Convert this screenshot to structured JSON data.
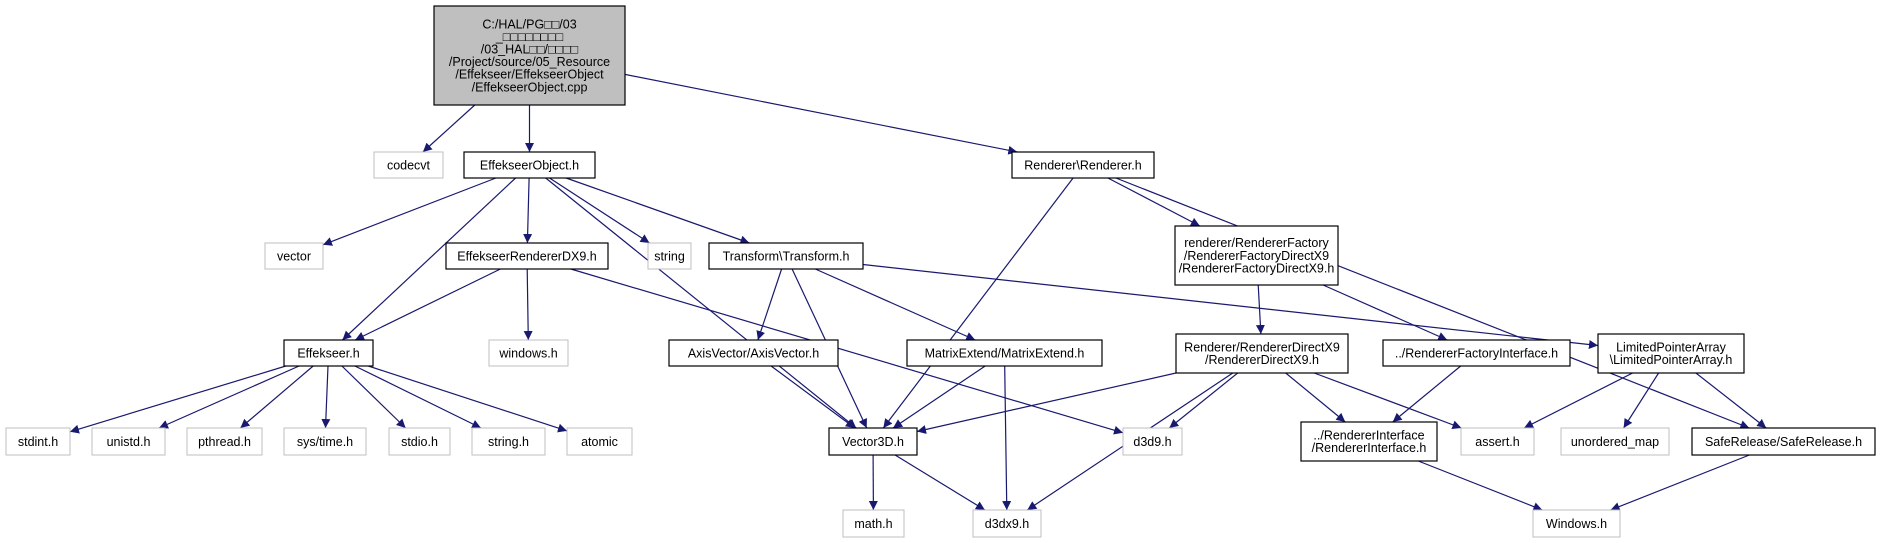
{
  "diagram": {
    "type": "include-dependency-graph",
    "colors": {
      "edge": "#191970",
      "root_fill": "#bfbfbf",
      "node_border": "#000000",
      "external_border": "#bfbfbf",
      "background": "#ffffff"
    },
    "nodes": [
      {
        "id": "root",
        "kind": "root",
        "lines": [
          "C:/HAL/PG□□/03",
          "_□□□□□□□□",
          "/03_HAL□□/□□□□",
          "/Project/source/05_Resource",
          "/Effekseer/EffekseerObject",
          "/EffekseerObject.cpp"
        ]
      },
      {
        "id": "codecvt",
        "kind": "external",
        "lines": [
          "codecvt"
        ]
      },
      {
        "id": "effobj_h",
        "kind": "internal",
        "lines": [
          "EffekseerObject.h"
        ]
      },
      {
        "id": "renderer_h",
        "kind": "internal",
        "lines": [
          "Renderer\\Renderer.h"
        ]
      },
      {
        "id": "vector",
        "kind": "external",
        "lines": [
          "vector"
        ]
      },
      {
        "id": "effrdx9",
        "kind": "internal",
        "lines": [
          "EffekseerRendererDX9.h"
        ]
      },
      {
        "id": "string",
        "kind": "external",
        "lines": [
          "string"
        ]
      },
      {
        "id": "transform",
        "kind": "internal",
        "lines": [
          "Transform\\Transform.h"
        ]
      },
      {
        "id": "factory",
        "kind": "internal",
        "lines": [
          "renderer/RendererFactory",
          "/RendererFactoryDirectX9",
          "/RendererFactoryDirectX9.h"
        ]
      },
      {
        "id": "effekseer",
        "kind": "internal",
        "lines": [
          "Effekseer.h"
        ]
      },
      {
        "id": "windows_l",
        "kind": "external",
        "lines": [
          "windows.h"
        ]
      },
      {
        "id": "axis",
        "kind": "internal",
        "lines": [
          "AxisVector/AxisVector.h"
        ]
      },
      {
        "id": "matrix",
        "kind": "internal",
        "lines": [
          "MatrixExtend/MatrixExtend.h"
        ]
      },
      {
        "id": "rdx9",
        "kind": "internal",
        "lines": [
          "Renderer/RendererDirectX9",
          "/RendererDirectX9.h"
        ]
      },
      {
        "id": "factif",
        "kind": "internal",
        "lines": [
          "../RendererFactoryInterface.h"
        ]
      },
      {
        "id": "lpa",
        "kind": "internal",
        "lines": [
          "LimitedPointerArray",
          "\\LimitedPointerArray.h"
        ]
      },
      {
        "id": "stdint",
        "kind": "external",
        "lines": [
          "stdint.h"
        ]
      },
      {
        "id": "unistd",
        "kind": "external",
        "lines": [
          "unistd.h"
        ]
      },
      {
        "id": "pthread",
        "kind": "external",
        "lines": [
          "pthread.h"
        ]
      },
      {
        "id": "systime",
        "kind": "external",
        "lines": [
          "sys/time.h"
        ]
      },
      {
        "id": "stdio",
        "kind": "external",
        "lines": [
          "stdio.h"
        ]
      },
      {
        "id": "stringh",
        "kind": "external",
        "lines": [
          "string.h"
        ]
      },
      {
        "id": "atomic",
        "kind": "external",
        "lines": [
          "atomic"
        ]
      },
      {
        "id": "vector3d",
        "kind": "internal",
        "lines": [
          "Vector3D.h"
        ]
      },
      {
        "id": "d3d9",
        "kind": "external",
        "lines": [
          "d3d9.h"
        ]
      },
      {
        "id": "rif",
        "kind": "internal",
        "lines": [
          "../RendererInterface",
          "/RendererInterface.h"
        ]
      },
      {
        "id": "assert",
        "kind": "external",
        "lines": [
          "assert.h"
        ]
      },
      {
        "id": "umap",
        "kind": "external",
        "lines": [
          "unordered_map"
        ]
      },
      {
        "id": "saferel",
        "kind": "internal",
        "lines": [
          "SafeRelease/SafeRelease.h"
        ]
      },
      {
        "id": "math",
        "kind": "external",
        "lines": [
          "math.h"
        ]
      },
      {
        "id": "d3dx9",
        "kind": "external",
        "lines": [
          "d3dx9.h"
        ]
      },
      {
        "id": "windows_r",
        "kind": "external",
        "lines": [
          "Windows.h"
        ]
      }
    ],
    "edges": [
      [
        "root",
        "codecvt"
      ],
      [
        "root",
        "effobj_h"
      ],
      [
        "root",
        "renderer_h"
      ],
      [
        "effobj_h",
        "vector"
      ],
      [
        "effobj_h",
        "effekseer"
      ],
      [
        "effobj_h",
        "vector3d"
      ],
      [
        "effobj_h",
        "effrdx9"
      ],
      [
        "effobj_h",
        "string"
      ],
      [
        "effobj_h",
        "transform"
      ],
      [
        "renderer_h",
        "vector3d"
      ],
      [
        "renderer_h",
        "factory"
      ],
      [
        "renderer_h",
        "saferel"
      ],
      [
        "effrdx9",
        "effekseer"
      ],
      [
        "effrdx9",
        "windows_l"
      ],
      [
        "effrdx9",
        "d3d9"
      ],
      [
        "transform",
        "vector3d"
      ],
      [
        "transform",
        "axis"
      ],
      [
        "transform",
        "matrix"
      ],
      [
        "transform",
        "lpa"
      ],
      [
        "factory",
        "rdx9"
      ],
      [
        "factory",
        "factif"
      ],
      [
        "effekseer",
        "stdint"
      ],
      [
        "effekseer",
        "unistd"
      ],
      [
        "effekseer",
        "pthread"
      ],
      [
        "effekseer",
        "systime"
      ],
      [
        "effekseer",
        "stdio"
      ],
      [
        "effekseer",
        "stringh"
      ],
      [
        "effekseer",
        "atomic"
      ],
      [
        "axis",
        "vector3d"
      ],
      [
        "matrix",
        "vector3d"
      ],
      [
        "matrix",
        "d3dx9"
      ],
      [
        "rdx9",
        "vector3d"
      ],
      [
        "rdx9",
        "d3d9"
      ],
      [
        "rdx9",
        "d3dx9"
      ],
      [
        "rdx9",
        "rif"
      ],
      [
        "rdx9",
        "assert"
      ],
      [
        "factif",
        "rif"
      ],
      [
        "lpa",
        "assert"
      ],
      [
        "lpa",
        "umap"
      ],
      [
        "lpa",
        "saferel"
      ],
      [
        "vector3d",
        "math"
      ],
      [
        "vector3d",
        "d3dx9"
      ],
      [
        "rif",
        "windows_r"
      ],
      [
        "saferel",
        "windows_r"
      ]
    ]
  }
}
